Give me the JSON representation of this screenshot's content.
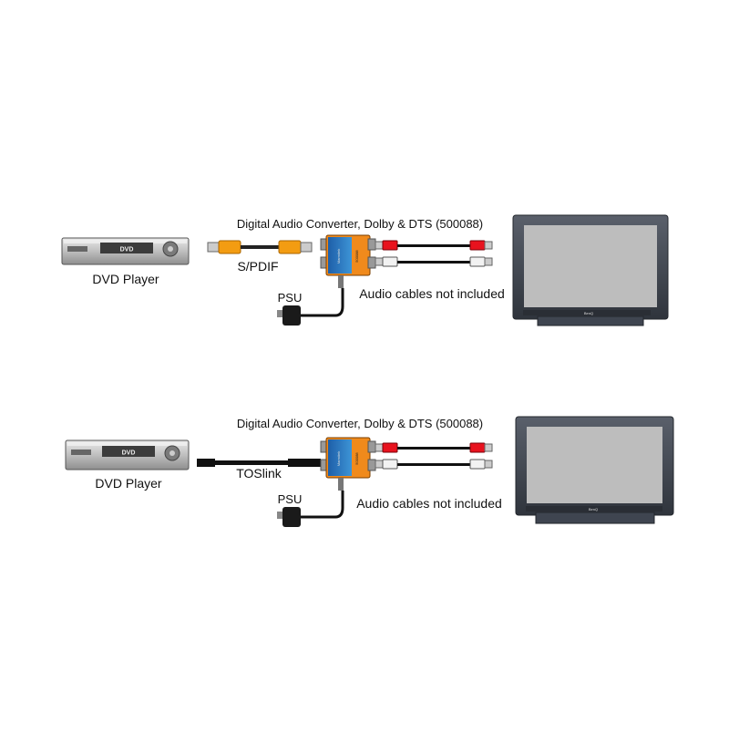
{
  "diagrams": [
    {
      "title": "Digital Audio Converter, Dolby & DTS (500088)",
      "source_label": "DVD Player",
      "source_screen": "DVD",
      "cable_label": "S/PDIF",
      "psu_label": "PSU",
      "audio_note": "Audio cables not included",
      "device_brand": "Marmitek",
      "device_model": "500088",
      "tv_brand": "BenQ"
    },
    {
      "title": "Digital Audio Converter, Dolby & DTS (500088)",
      "source_label": "DVD Player",
      "source_screen": "DVD",
      "cable_label": "TOSlink",
      "psu_label": "PSU",
      "audio_note": "Audio cables not included",
      "device_brand": "Marmitek",
      "device_model": "500088",
      "tv_brand": "BenQ"
    }
  ],
  "colors": {
    "coax_plug": "#f39c12",
    "rca_red": "#e8121e",
    "rca_white": "#f2f2f2",
    "device_blue": "#2d7fc4",
    "device_orange": "#f08a1c",
    "tv_frame": "#3f4550",
    "tv_screen": "#bdbdbd"
  }
}
